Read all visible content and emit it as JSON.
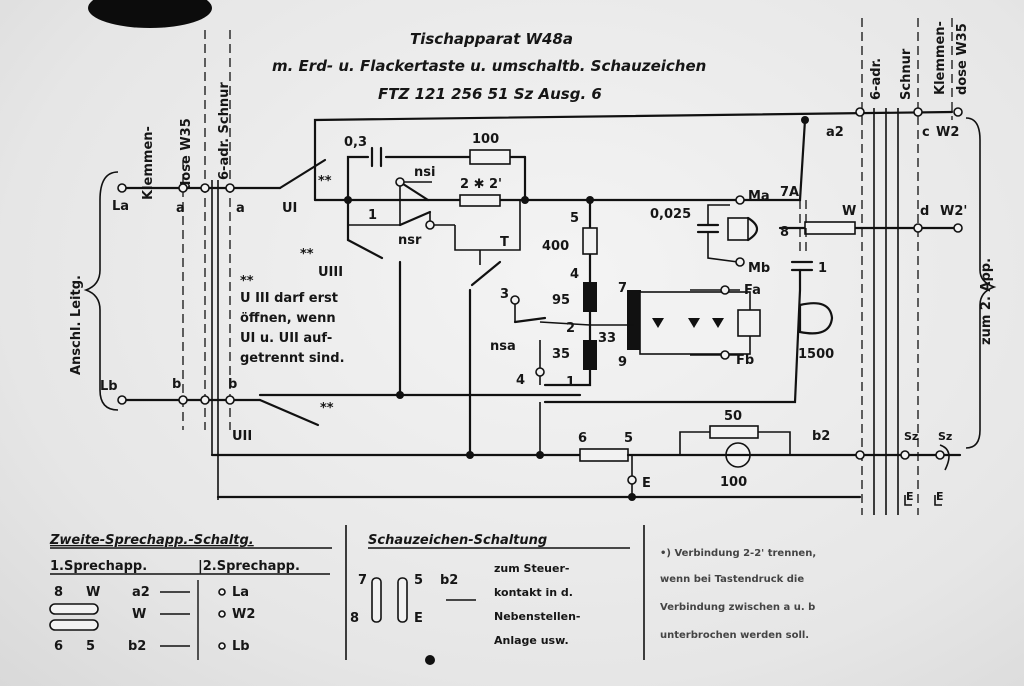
{
  "header": {
    "line1": "Tischapparat W48a",
    "line2": "m. Erd- u. Flackertaste u. umschaltb. Schauzeichen",
    "line3": "FTZ 121 256 51 Sz Ausg. 6"
  },
  "left_cable": {
    "klemmendose": "Klemmen-",
    "klemmendose2": "dose W35",
    "schnur": "6-adr. Schnur",
    "anschl": "Anschl. Leitg."
  },
  "right_cable": {
    "schnur1": "6-adr.",
    "schnur2": "Schnur",
    "klemmendose1": "Klemmen-",
    "klemmendose2": "dose W35",
    "zum": "zum 2. App."
  },
  "terminals": {
    "La": "La",
    "Lb": "Lb",
    "a_left": "a",
    "a_mid": "a",
    "b_left": "b",
    "b_mid": "b",
    "a2": "a2",
    "c": "c",
    "W2": "W2",
    "W": "W",
    "d": "d",
    "W2p": "W2'",
    "b2": "b2",
    "Sz1": "Sz",
    "Sz2": "Sz",
    "E": "E",
    "E_r1": "E",
    "E_r2": "E"
  },
  "components": {
    "cap_03": "0,3",
    "res_100": "100",
    "nsi": "nsi",
    "nsr": "nsr",
    "one": "1",
    "bridge": "2 ✱ 2'",
    "T": "T",
    "UI": "UI",
    "UIII": "UIII",
    "UII": "UII",
    "stars1": "**",
    "stars2": "**",
    "stars3": "**",
    "stars4": "**",
    "n5": "5",
    "n400": "400",
    "n4": "4",
    "n95": "95",
    "n2": "2",
    "n35": "35",
    "n1": "1",
    "n3": "3",
    "n4b": "4",
    "nsa": "nsa",
    "n33": "33",
    "n7": "7",
    "n9": "9",
    "cap_0025": "0,025",
    "Ma": "Ma",
    "Mb": "Mb",
    "n7A": "7A",
    "n8": "8",
    "cap1": "1",
    "Fa": "Fa",
    "Fb": "Fb",
    "n1500": "1500",
    "n6": "6",
    "n5b": "5",
    "n50": "50",
    "n100b": "100"
  },
  "note": {
    "l1": "** ",
    "l2": "U III darf erst",
    "l3": "öffnen, wenn",
    "l4": "UI u. UII auf-",
    "l5": "getrennt sind."
  },
  "legend1": {
    "title": "Zweite-Sprechapp.-Schaltg.",
    "col1": "1.Sprechapp.",
    "col2": "|2.Sprechapp.",
    "r1a": "8",
    "r1b": "W",
    "r1c": "a2",
    "r1d": "La",
    "r2b": "W",
    "r2d": "W2",
    "r3a": "6",
    "r3b": "5",
    "r3c": "b2",
    "r3d": "Lb"
  },
  "legend2": {
    "title": "Schauzeichen-Schaltung",
    "n7": "7",
    "n5": "5",
    "b2": "b2",
    "n8": "8",
    "E": "E",
    "t1": "zum Steuer-",
    "t2": "kontakt in d.",
    "t3": "Nebenstellen-",
    "t4": "Anlage usw."
  },
  "legend3": {
    "t1": "•) Verbindung 2-2' trennen,",
    "t2": "wenn bei Tastendruck die",
    "t3": "Verbindung zwischen a u. b",
    "t4": "unterbrochen werden soll."
  }
}
